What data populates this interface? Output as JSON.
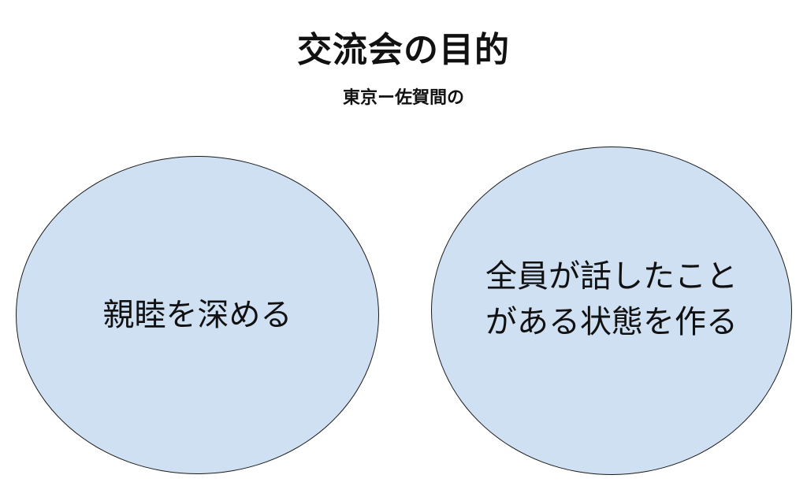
{
  "header": {
    "title": "交流会の目的",
    "subtitle": "東京ー佐賀間の"
  },
  "circles": [
    {
      "lines": [
        "親睦を深める"
      ],
      "fill": "#cfe0f3"
    },
    {
      "lines": [
        "全員が話したこと",
        "がある状態を作る"
      ],
      "fill": "#cfe0f3"
    }
  ]
}
